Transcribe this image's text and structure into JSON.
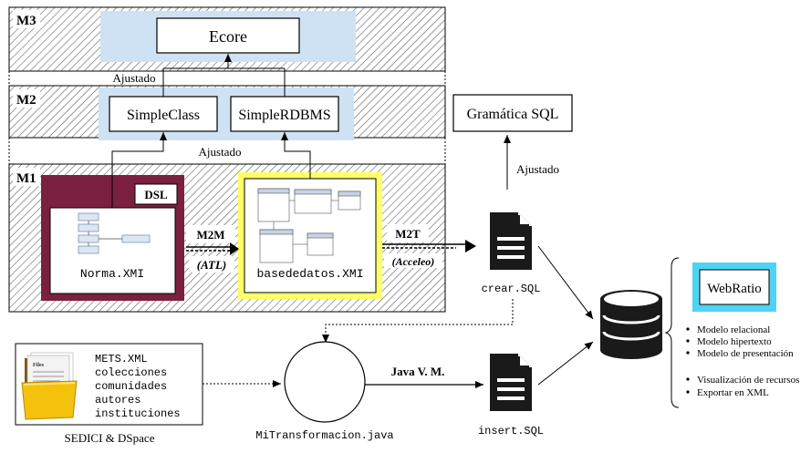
{
  "levels": {
    "m3": "M3",
    "m2": "M2",
    "m1": "M1"
  },
  "nodes": {
    "ecore": "Ecore",
    "simple_class": "SimpleClass",
    "simple_rdbms": "SimpleRDBMS",
    "gramatica_sql": "Gramática SQL",
    "dsl": "DSL",
    "norma_xmi": "Norma.XMI",
    "basededatos_xmi": "basededatos.XMI",
    "crear_sql": "crear.SQL",
    "insert_sql": "insert.SQL",
    "mitransformacion": "MiTransformacion.java",
    "sedici": "SEDICI & DSpace",
    "webratio": "WebRatio"
  },
  "edge_labels": {
    "ajustado_m3": "Ajustado",
    "ajustado_m2": "Ajustado",
    "ajustado_sql": "Ajustado",
    "m2m": "M2M",
    "atl": "(ATL)",
    "m2t": "M2T",
    "acceleo": "(Acceleo)",
    "java_vm": "Java V. M."
  },
  "sedici_files": [
    "METS.XML",
    "colecciones",
    "comunidades",
    "autores",
    "instituciones"
  ],
  "webratio_features": [
    "Modelo relacional",
    "Modelo hipertexto",
    "Modelo de presentación",
    "Visualización de recursos",
    "Exportar en XML"
  ],
  "colors": {
    "dsl_frame": "#7b2040",
    "yellow_frame": "#ffff66",
    "light_blue": "#cfe2f3",
    "webratio_blue": "#4fd3f5",
    "folder_yellow": "#f4c20d"
  }
}
